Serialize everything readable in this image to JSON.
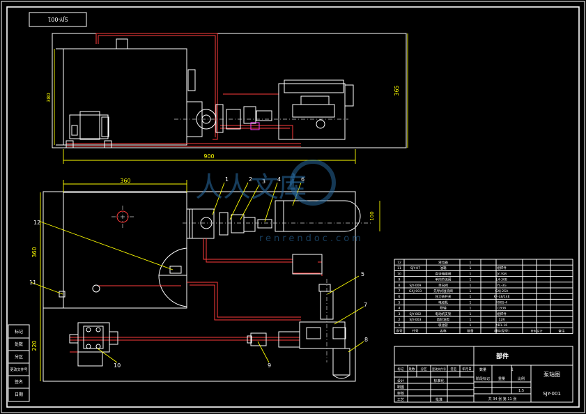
{
  "drawing_code_box": "SJY-001",
  "dimensions": {
    "total_length": "900",
    "height_side": "365",
    "left_height": "380",
    "tank_width": "360",
    "plan_height": "360",
    "lower_height": "220",
    "motor_dim": "100"
  },
  "balloons": [
    "1",
    "2",
    "3",
    "4",
    "5",
    "6",
    "7",
    "8",
    "9",
    "10",
    "11",
    "12"
  ],
  "side_labels": [
    "标记",
    "处数",
    "分区",
    "更改文件号",
    "签名",
    "日期"
  ],
  "bom_rows": [
    {
      "no": "12",
      "code": "",
      "name": "液位器",
      "qty": "1",
      "material": "",
      "note": ""
    },
    {
      "no": "11",
      "code": "SJY-07",
      "name": "油箱",
      "qty": "1",
      "material": "组焊件",
      "note": ""
    },
    {
      "no": "10",
      "code": "",
      "name": "直流电磁阀",
      "qty": "1",
      "material": "JY-398",
      "note": ""
    },
    {
      "no": "9",
      "code": "",
      "name": "单向节流阀",
      "qty": "1",
      "material": "L4-30B",
      "note": ""
    },
    {
      "no": "8",
      "code": "SJY-009",
      "name": "单向阀",
      "qty": "1",
      "material": "YL-3G",
      "note": ""
    },
    {
      "no": "7",
      "code": "GXJ-003",
      "name": "先导式溢流阀",
      "qty": "1",
      "material": "GXJ-2SA",
      "note": ""
    },
    {
      "no": "6",
      "code": "",
      "name": "压力表开关",
      "qty": "1",
      "material": "KF-L8/14E",
      "note": ""
    },
    {
      "no": "5",
      "code": "",
      "name": "电动机",
      "qty": "1",
      "material": "Y90S-4",
      "note": ""
    },
    {
      "no": "4",
      "code": "",
      "name": "联轴",
      "qty": "1",
      "material": "CB38",
      "note": ""
    },
    {
      "no": "3",
      "code": "SJY-002",
      "name": "电动机支架",
      "qty": "1",
      "material": "组焊件",
      "note": ""
    },
    {
      "no": "2",
      "code": "SJY-003",
      "name": "齿轮油泵",
      "qty": "1",
      "material": "12R",
      "note": ""
    },
    {
      "no": "1",
      "code": "",
      "name": "吸油管",
      "qty": "1",
      "material": "YB1-16",
      "note": ""
    }
  ],
  "bom_header": {
    "no": "序号",
    "code": "代号",
    "name": "名称",
    "qty": "数量",
    "material": "材料(型号)",
    "weight": "单件 总计",
    "note": "备注"
  },
  "title_block": {
    "center_text": "部件",
    "drawing_name": "泵站图",
    "drawing_code": "SJY-001",
    "qty_label": "数量",
    "qty_value": "1",
    "stage_label": "阶段标记",
    "weight_label": "重量",
    "scale_label": "比例",
    "scale_value": "1:5",
    "sheets_text": "共 34 张  第 11 张",
    "roles": [
      "设计",
      "制图",
      "审核",
      "工艺"
    ],
    "std_label": "标准化",
    "approve_label": "批准",
    "header_cols": [
      "标记",
      "处数",
      "分区",
      "更改文件号",
      "签名",
      "年月日"
    ]
  },
  "watermark": {
    "text": "人人文库",
    "url": "renrendoc.com"
  }
}
